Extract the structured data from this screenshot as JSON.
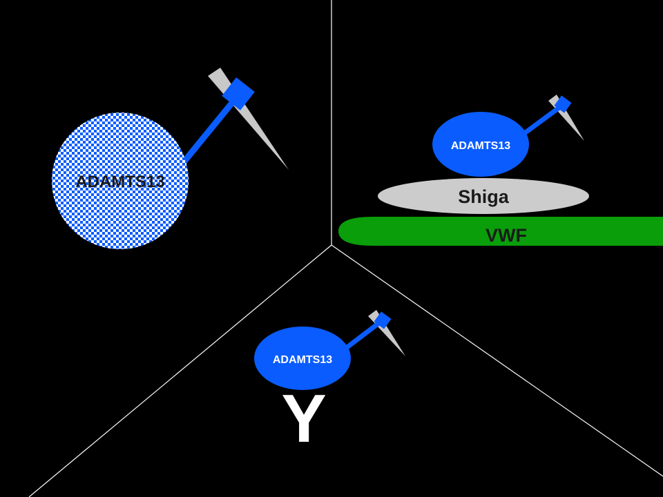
{
  "colors": {
    "background": "#000000",
    "divider": "#ffffff",
    "adamts13_blue": "#0a5cff",
    "shiga_gray": "#cccccc",
    "vwf_green": "#0a9e0a",
    "needle_gray": "#c8c8c8",
    "label_dark": "#1a1a1a",
    "label_light": "#ffffff"
  },
  "panels": {
    "left": {
      "enzyme_label": "ADAMTS13",
      "enzyme_style": "checkered-pattern"
    },
    "right": {
      "enzyme_label": "ADAMTS13",
      "shiga_label": "Shiga",
      "vwf_label": "VWF"
    },
    "bottom": {
      "enzyme_label": "ADAMTS13",
      "antibody_label": "Y"
    }
  }
}
